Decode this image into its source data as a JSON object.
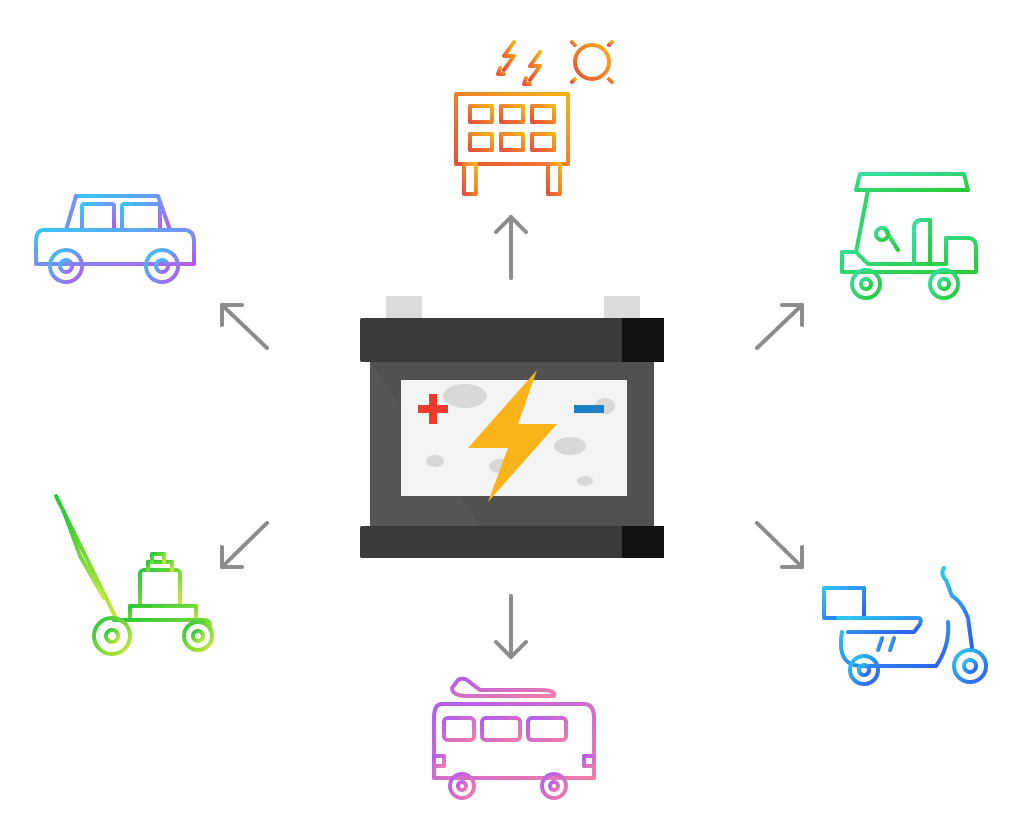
{
  "center": {
    "icon": "car-battery-icon",
    "plus_color": "#ef3b2c",
    "minus_color": "#1f7fc4",
    "bolt_color": "#fbb31a"
  },
  "applications": [
    {
      "id": "solar",
      "icon": "solar-panel-icon",
      "colors": [
        "#f39a1e",
        "#e8503a"
      ]
    },
    {
      "id": "golf-cart",
      "icon": "golf-cart-icon",
      "colors": [
        "#37e0a6",
        "#27cc33"
      ]
    },
    {
      "id": "scooter",
      "icon": "delivery-scooter-icon",
      "colors": [
        "#2bb3f0",
        "#2f5cf5"
      ]
    },
    {
      "id": "camper-van",
      "icon": "camper-van-icon",
      "colors": [
        "#a85cf0",
        "#f07ca8"
      ]
    },
    {
      "id": "lawn-mower",
      "icon": "lawn-mower-icon",
      "colors": [
        "#27c83a",
        "#c8e83a"
      ]
    },
    {
      "id": "car",
      "icon": "car-icon",
      "colors": [
        "#37c8f5",
        "#b35cf0"
      ]
    }
  ],
  "arrow_color": "#8c8c8c"
}
